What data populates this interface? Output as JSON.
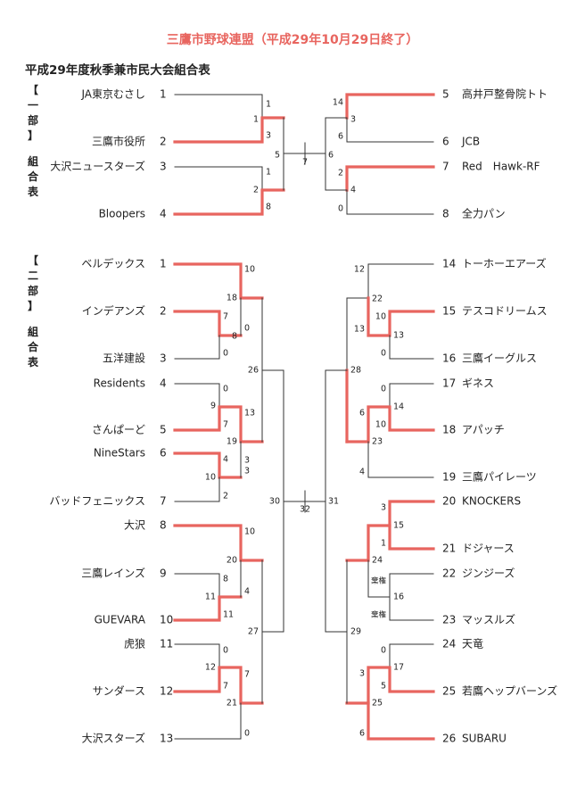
{
  "header": {
    "title": "三鷹市野球連盟（平成29年10月29日終了）",
    "subtitle": "平成29年度秋季兼市民大会組合表"
  },
  "colors": {
    "winner_line": "#e8655f",
    "normal_line": "#333333",
    "title": "#e8655f"
  },
  "divisions": [
    {
      "label_chars": [
        "【",
        "一",
        "部",
        "】",
        "組",
        "合",
        "表"
      ]
    },
    {
      "label_chars": [
        "【",
        "二",
        "部",
        "】",
        "組",
        "合",
        "表"
      ]
    }
  ],
  "teams": [
    {
      "no": "1",
      "name": "JA東京むさし"
    },
    {
      "no": "2",
      "name": "三鷹市役所"
    },
    {
      "no": "3",
      "name": "大沢ニュースターズ"
    },
    {
      "no": "4",
      "name": "Bloopers"
    },
    {
      "no": "5",
      "name": "高井戸整骨院トト"
    },
    {
      "no": "6",
      "name": "JCB"
    },
    {
      "no": "7",
      "name": "Red　Hawk-RF"
    },
    {
      "no": "8",
      "name": "全力パン"
    },
    {
      "no": "1",
      "name": "ベルデックス"
    },
    {
      "no": "2",
      "name": "インデアンズ"
    },
    {
      "no": "3",
      "name": "五洋建設"
    },
    {
      "no": "4",
      "name": "Residents"
    },
    {
      "no": "5",
      "name": "さんぱーど"
    },
    {
      "no": "6",
      "name": "NineStars"
    },
    {
      "no": "7",
      "name": "バッドフェニックス"
    },
    {
      "no": "8",
      "name": "大沢"
    },
    {
      "no": "9",
      "name": "三鷹レインズ"
    },
    {
      "no": "10",
      "name": "GUEVARA"
    },
    {
      "no": "11",
      "name": "虎狼"
    },
    {
      "no": "12",
      "name": "サンダース"
    },
    {
      "no": "13",
      "name": "大沢スターズ"
    },
    {
      "no": "14",
      "name": "トーホーエアーズ"
    },
    {
      "no": "15",
      "name": "テスコドリームス"
    },
    {
      "no": "16",
      "name": "三鷹イーグルス"
    },
    {
      "no": "17",
      "name": "ギネス"
    },
    {
      "no": "18",
      "name": "アパッチ"
    },
    {
      "no": "19",
      "name": "三鷹パイレーツ"
    },
    {
      "no": "20",
      "name": "KNOCKERS"
    },
    {
      "no": "21",
      "name": "ドジャース"
    },
    {
      "no": "22",
      "name": "ジンジーズ"
    },
    {
      "no": "23",
      "name": "マッスルズ"
    },
    {
      "no": "24",
      "name": "天竜"
    },
    {
      "no": "25",
      "name": "若鷹ヘップバーンズ"
    },
    {
      "no": "26",
      "name": "SUBARU"
    }
  ],
  "scores": [
    "1",
    "1",
    "3",
    "2",
    "8",
    "1",
    "5",
    "7",
    "6",
    "14",
    "3",
    "6",
    "2",
    "4",
    "0",
    "10",
    "18",
    "7",
    "8",
    "0",
    "0",
    "26",
    "0",
    "9",
    "13",
    "7",
    "19",
    "4",
    "3",
    "10",
    "2",
    "3",
    "10",
    "20",
    "8",
    "11",
    "4",
    "11",
    "27",
    "0",
    "12",
    "7",
    "7",
    "21",
    "0",
    "30",
    "32",
    "31",
    "12",
    "22",
    "10",
    "13",
    "13",
    "0",
    "28",
    "0",
    "6",
    "14",
    "10",
    "23",
    "4",
    "3",
    "15",
    "1",
    "24",
    "棄権",
    "16",
    "棄権",
    "29",
    "0",
    "3",
    "17",
    "5",
    "25",
    "6"
  ]
}
